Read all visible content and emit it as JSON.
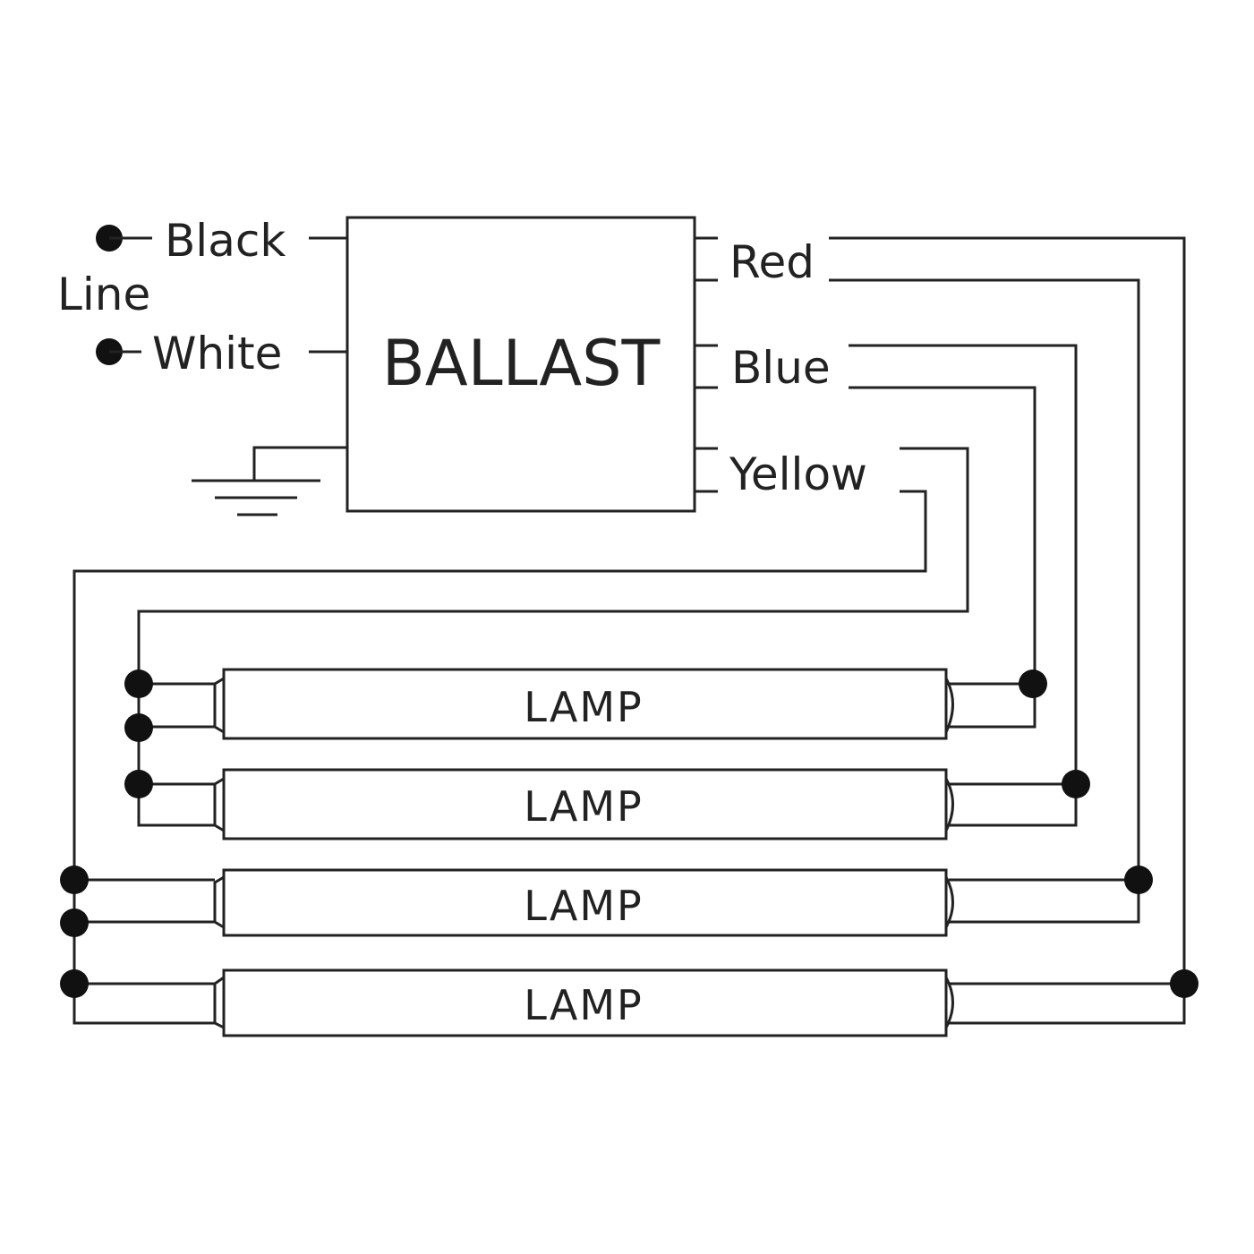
{
  "ballast": {
    "label": "BALLAST"
  },
  "line_inputs": {
    "line_label": "Line",
    "black_label": "Black",
    "white_label": "White"
  },
  "outputs": {
    "red_label": "Red",
    "blue_label": "Blue",
    "yellow_label": "Yellow"
  },
  "lamps": [
    {
      "label": "LAMP"
    },
    {
      "label": "LAMP"
    },
    {
      "label": "LAMP"
    },
    {
      "label": "LAMP"
    }
  ],
  "colors": {
    "ink": "#222222",
    "background": "#ffffff"
  }
}
